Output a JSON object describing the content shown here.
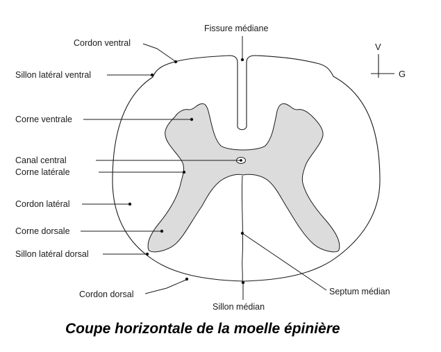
{
  "colors": {
    "grey_matter": "#dcdcdc",
    "outline": "#1a1a1a",
    "background": "#ffffff"
  },
  "orientation": {
    "up": "V",
    "right": "G"
  },
  "labels": {
    "fissure_mediane": "Fissure médiane",
    "cordon_ventral": "Cordon ventral",
    "sillon_lateral_ventral": "Sillon latéral ventral",
    "corne_ventrale": "Corne ventrale",
    "canal_central": "Canal central",
    "corne_laterale": "Corne latérale",
    "cordon_lateral": "Cordon latéral",
    "corne_dorsale": "Corne dorsale",
    "sillon_lateral_dorsal": "Sillon latéral dorsal",
    "cordon_dorsal": "Cordon dorsal",
    "septum_median": "Septum médian",
    "sillon_median": "Sillon médian"
  },
  "caption": "Coupe horizontale de la moelle épinière"
}
